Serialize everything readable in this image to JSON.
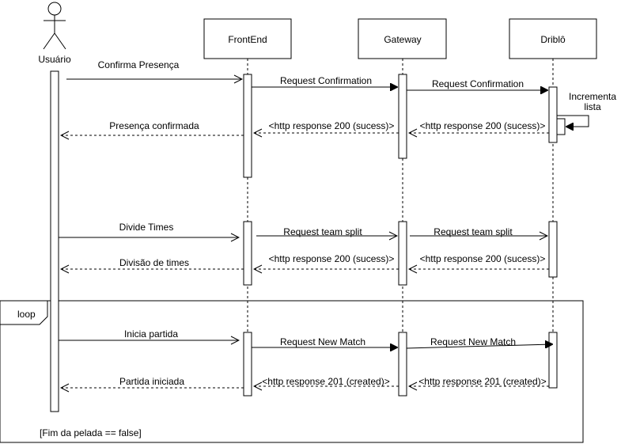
{
  "participants": {
    "actor": "Usuário",
    "frontend": "FrontEnd",
    "gateway": "Gateway",
    "driblo": "Driblô"
  },
  "messages": {
    "confirma_presenca": "Confirma Presença",
    "req_confirmation_fg": "Request Confirmation",
    "req_confirmation_gd": "Request Confirmation",
    "incrementa_lista_1": "Incrementa",
    "incrementa_lista_2": "lista",
    "resp200_dg_1": "<http response 200 (sucess)>",
    "resp200_gf_1": "<http response 200 (sucess)>",
    "presenca_confirmada": "Presença confirmada",
    "divide_times": "Divide Times",
    "req_team_split_fg": "Request team split",
    "req_team_split_gd": "Request team split",
    "resp200_dg_2": "<http response 200 (sucess)>",
    "resp200_gf_2": "<http response 200 (sucess)>",
    "divisao_times": "Divisão de times",
    "inicia_partida": "Inicia partida",
    "req_new_match_fg": "Request New Match",
    "req_new_match_gd": "Request New Match",
    "resp201_dg": "<http response 201 (created)>",
    "resp201_gf": "<http response 201 (created)>",
    "partida_iniciada": "Partida iniciada"
  },
  "loop": {
    "label": "loop",
    "guard": "[Fim da pelada == false]"
  }
}
